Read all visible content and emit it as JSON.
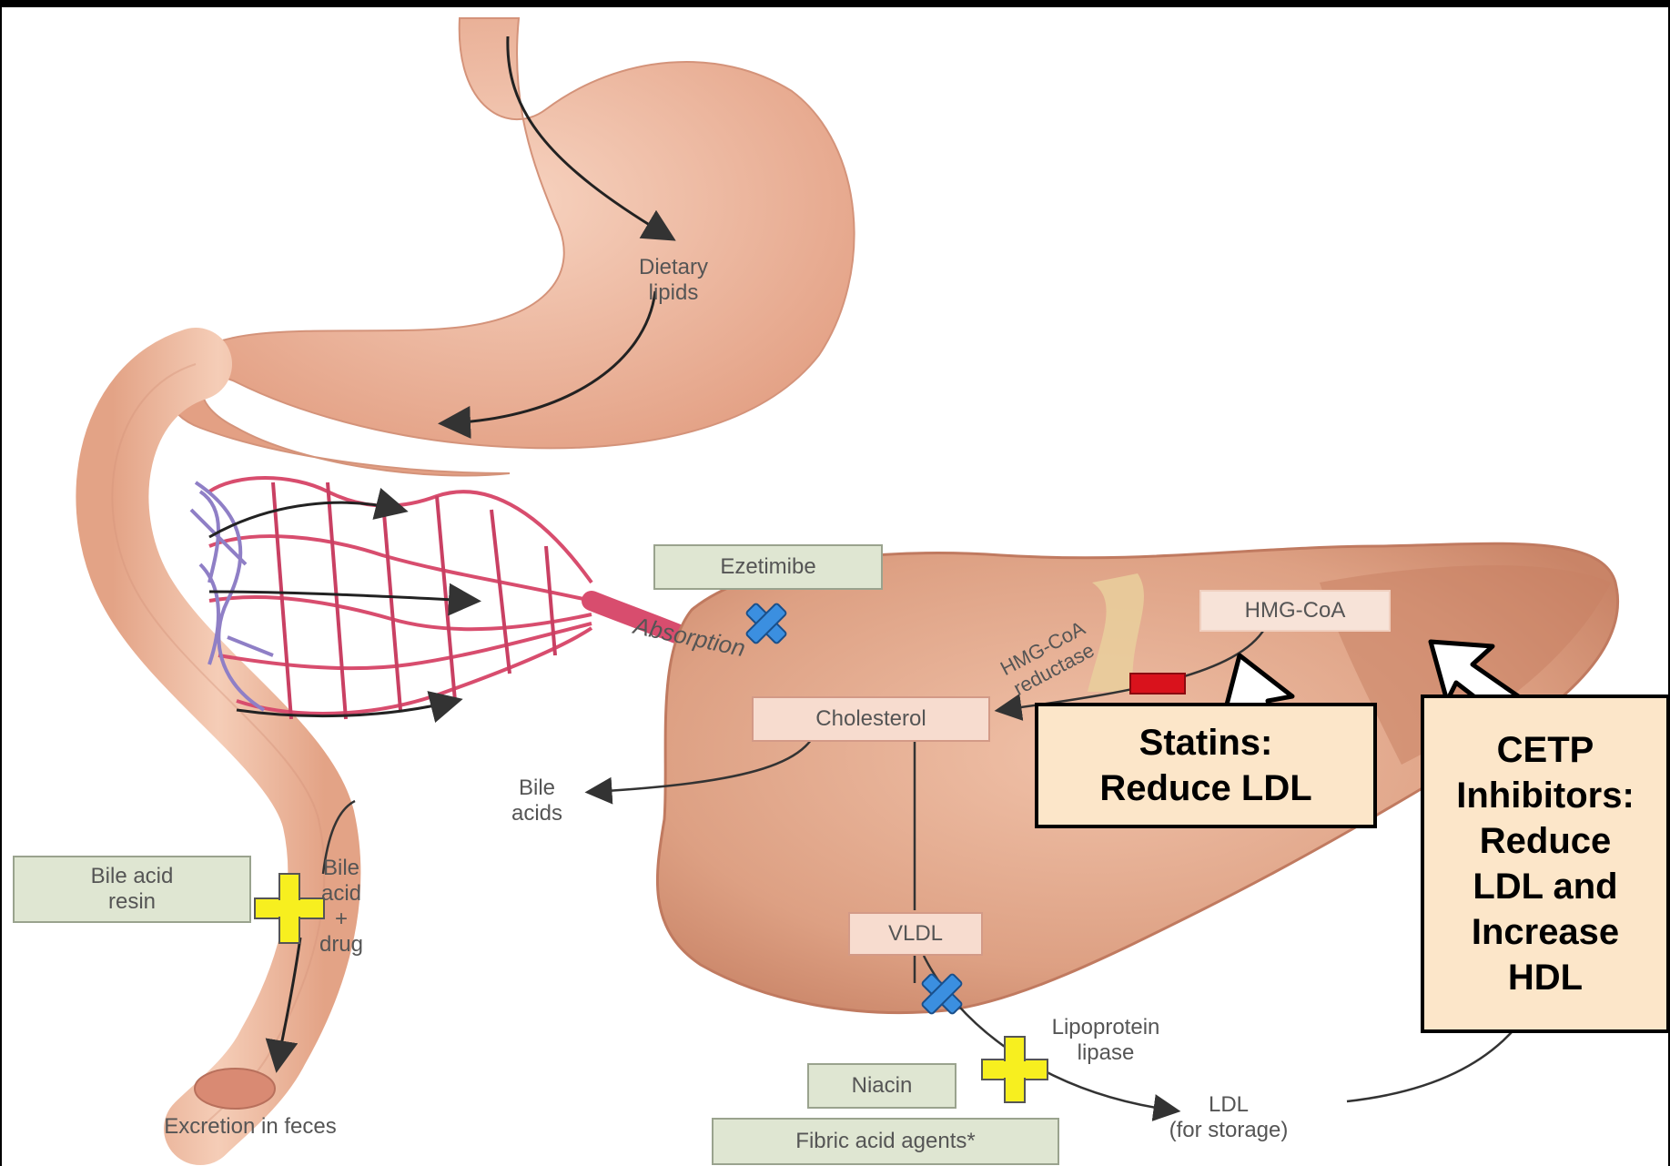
{
  "labels": {
    "dietary_lipids": [
      "Dietary",
      "lipids"
    ],
    "absorption": "Absorption",
    "hmg_coa": "HMG-CoA",
    "hmg_coa_reductase": [
      "HMG-CoA",
      "reductase"
    ],
    "cholesterol": "Cholesterol",
    "bile_acids": [
      "Bile",
      "acids"
    ],
    "bile_acid_drug": [
      "Bile",
      "acid",
      "+",
      "drug"
    ],
    "vldl": "VLDL",
    "lipoprotein_lipase": [
      "Lipoprotein",
      "lipase"
    ],
    "ldl_storage": [
      "LDL",
      "(for storage)"
    ],
    "excretion": "Excretion in feces"
  },
  "drugs": {
    "ezetimibe": "Ezetimibe",
    "bile_acid_resin": [
      "Bile acid",
      "resin"
    ],
    "niacin": "Niacin",
    "fibric_acid": "Fibric acid agents*"
  },
  "callouts": {
    "statins": [
      "Statins:",
      "Reduce LDL"
    ],
    "cetp": [
      "CETP",
      "Inhibitors:",
      "Reduce",
      "LDL and",
      "Increase",
      "HDL"
    ]
  },
  "colors": {
    "gut": "#eab79c",
    "liver": "#d99a7d",
    "inhibit_x": "#3b8fe0",
    "enhance_plus": "#f7ef1f",
    "reductase_block": "#d9121c",
    "callout_fill": "#fce6c9"
  }
}
